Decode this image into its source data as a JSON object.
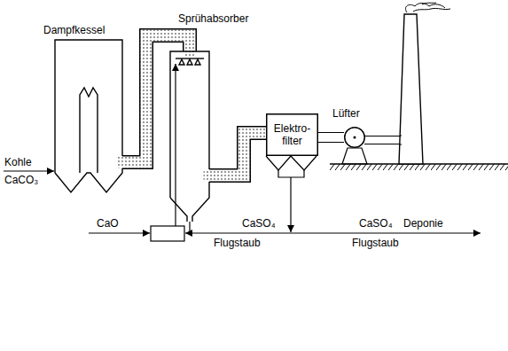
{
  "diagram": {
    "nodes": [
      {
        "text": [
          "Dampfkessel"
        ]
      },
      {
        "text": [
          "Sprühabsorber"
        ]
      },
      {
        "text": [
          "Elektro- filter"
        ]
      },
      {
        "text": [
          "Lüfter"
        ]
      }
    ],
    "edges": [
      {
        "from": 0,
        "to": 1,
        "arrow": "none"
      },
      {
        "from": 1,
        "to": 2,
        "arrow": "none"
      },
      {
        "from": 2,
        "to": 3,
        "arrow": "none"
      }
    ],
    "labels": [
      "Kohle",
      "CaCO₃",
      "CaO",
      "CaSO₄",
      "Flugstaub",
      "CaSO₄",
      "Deponie",
      "Flugstaub"
    ]
  }
}
